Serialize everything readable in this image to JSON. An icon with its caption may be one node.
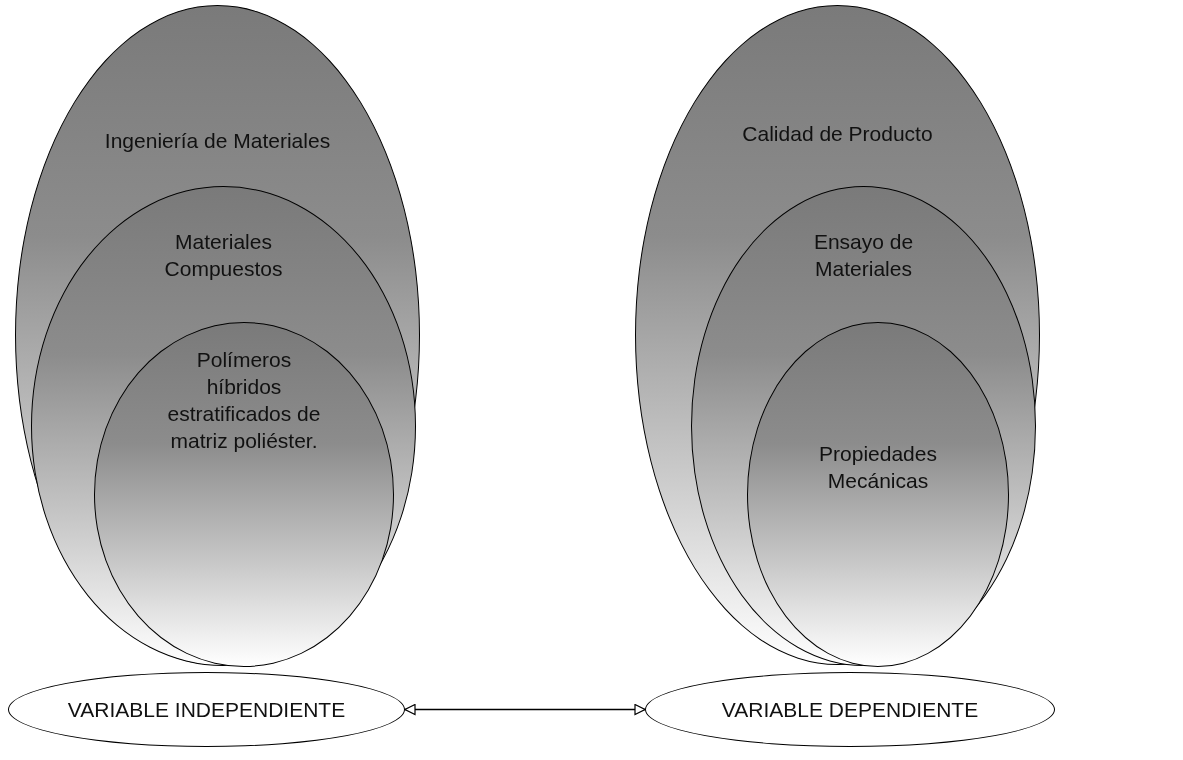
{
  "diagram": {
    "nodes": [
      {
        "text": [
          "Ingeniería de Materiales"
        ]
      },
      {
        "text": [
          "Materiales Compuestos"
        ],
        "in": 0
      },
      {
        "text": [
          "Polímeros híbridos estratificados de matriz poliéster."
        ],
        "in": 1
      },
      {
        "text": [
          "Calidad de Producto"
        ]
      },
      {
        "text": [
          "Ensayo de Materiales"
        ],
        "in": 3
      },
      {
        "text": [
          "Propiedades Mecánicas"
        ],
        "in": 4
      },
      {
        "text": [
          "VARIABLE INDEPENDIENTE"
        ]
      },
      {
        "text": [
          "VARIABLE DEPENDIENTE"
        ]
      }
    ],
    "edges": [
      {
        "from": 6,
        "to": 7,
        "arrow": "both"
      }
    ]
  }
}
